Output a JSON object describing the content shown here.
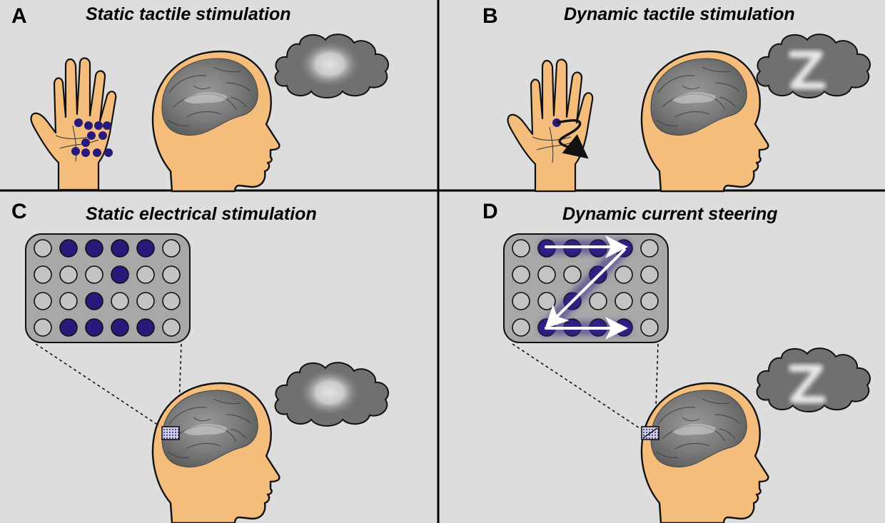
{
  "panels": {
    "a": {
      "letter": "A",
      "title": "Static tactile stimulation"
    },
    "b": {
      "letter": "B",
      "title": "Dynamic tactile stimulation"
    },
    "c": {
      "letter": "C",
      "title": "Static electrical stimulation"
    },
    "d": {
      "letter": "D",
      "title": "Dynamic current steering"
    }
  },
  "percept_letter": "Z",
  "electrode_grid": {
    "rows": 4,
    "cols": 6,
    "static_active": [
      [
        0,
        1,
        1,
        1,
        1,
        0
      ],
      [
        0,
        0,
        0,
        1,
        0,
        0
      ],
      [
        0,
        0,
        1,
        0,
        0,
        0
      ],
      [
        0,
        1,
        1,
        1,
        1,
        0
      ]
    ],
    "dynamic_active": [
      [
        0,
        1,
        1,
        1,
        1,
        0
      ],
      [
        0,
        0,
        0,
        1,
        0,
        0
      ],
      [
        0,
        0,
        1,
        0,
        0,
        0
      ],
      [
        0,
        1,
        1,
        1,
        1,
        0
      ]
    ]
  },
  "colors": {
    "background": "#dddddd",
    "skin": "#f5bd7b",
    "outline": "#111111",
    "electrode_active": "#271a7a",
    "electrode_inactive": "#c4c4c4",
    "grid_panel": "#a8a8a8",
    "cloud": "#707070",
    "divider": "#000000",
    "arrow": "#ffffff"
  }
}
